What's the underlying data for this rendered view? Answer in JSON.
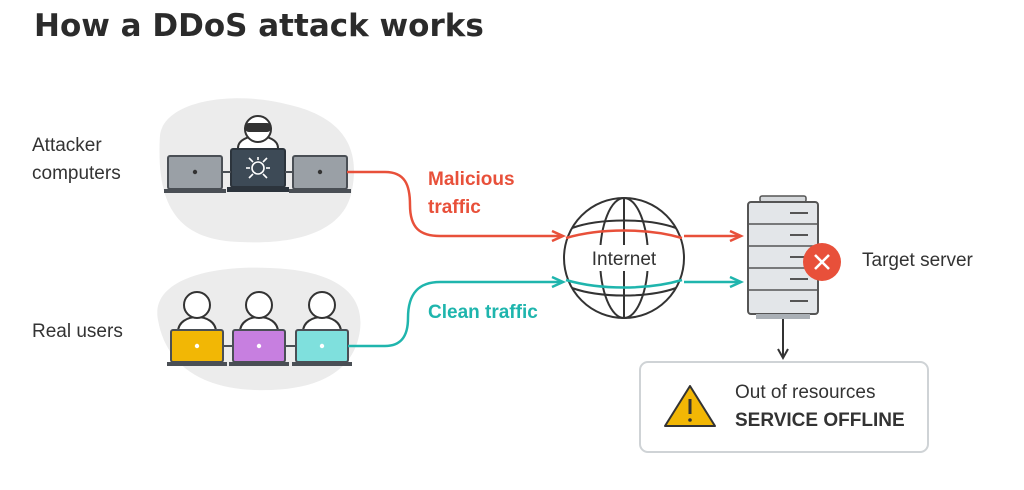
{
  "title": "How a DDoS attack works",
  "groups": {
    "attackers": {
      "label_line1": "Attacker",
      "label_line2": "computers"
    },
    "users": {
      "label": "Real users"
    }
  },
  "flows": {
    "malicious": {
      "line1": "Malicious",
      "line2": "traffic",
      "color": "#e8503a"
    },
    "clean": {
      "label": "Clean traffic",
      "color": "#1fb5ad"
    }
  },
  "internet": {
    "label": "Internet"
  },
  "server": {
    "label": "Target server"
  },
  "alert": {
    "line1": "Out of resources",
    "line2": "SERVICE OFFLINE"
  },
  "colors": {
    "user_laptops": [
      "#f2b705",
      "#c77fe0",
      "#7fe0dd"
    ],
    "attacker_laptop": "#9aa0a6",
    "attacker_center": "#3d4a56",
    "blob": "#ececec",
    "error": "#e8503a",
    "warning": "#f2b705"
  },
  "icons": [
    "hacker-icon",
    "bug-icon",
    "user-icon",
    "globe-icon",
    "server-icon",
    "error-icon",
    "warning-icon"
  ]
}
